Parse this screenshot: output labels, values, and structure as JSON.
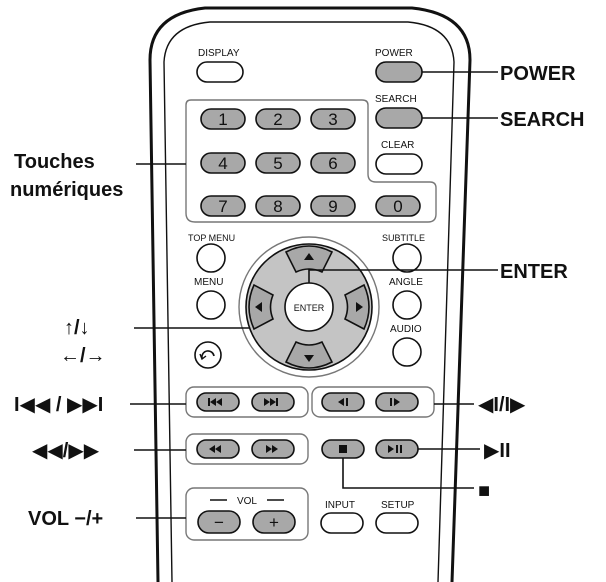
{
  "remote": {
    "buttons": {
      "display": "DISPLAY",
      "power": "POWER",
      "search": "SEARCH",
      "clear": "CLEAR",
      "top_menu": "TOP MENU",
      "subtitle": "SUBTITLE",
      "menu": "MENU",
      "angle": "ANGLE",
      "audio": "AUDIO",
      "enter": "ENTER",
      "vol": "VOL",
      "vol_minus": "−",
      "vol_plus": "+",
      "input": "INPUT",
      "setup": "SETUP",
      "digits": [
        "1",
        "2",
        "3",
        "4",
        "5",
        "6",
        "7",
        "8",
        "9",
        "0"
      ]
    }
  },
  "callouts": {
    "power": "POWER",
    "search": "SEARCH",
    "numeric_line1": "Touches",
    "numeric_line2": "numériques",
    "enter": "ENTER",
    "arrows_vertical": "↑/↓",
    "arrows_horizontal": "←/→",
    "prev_next": "I◀◀ / ▶▶I",
    "slow": "◀I/I▶",
    "rewind_forward": "◀◀/▶▶",
    "play_pause": "▶II",
    "stop": "■",
    "volume": "VOL −/+"
  }
}
